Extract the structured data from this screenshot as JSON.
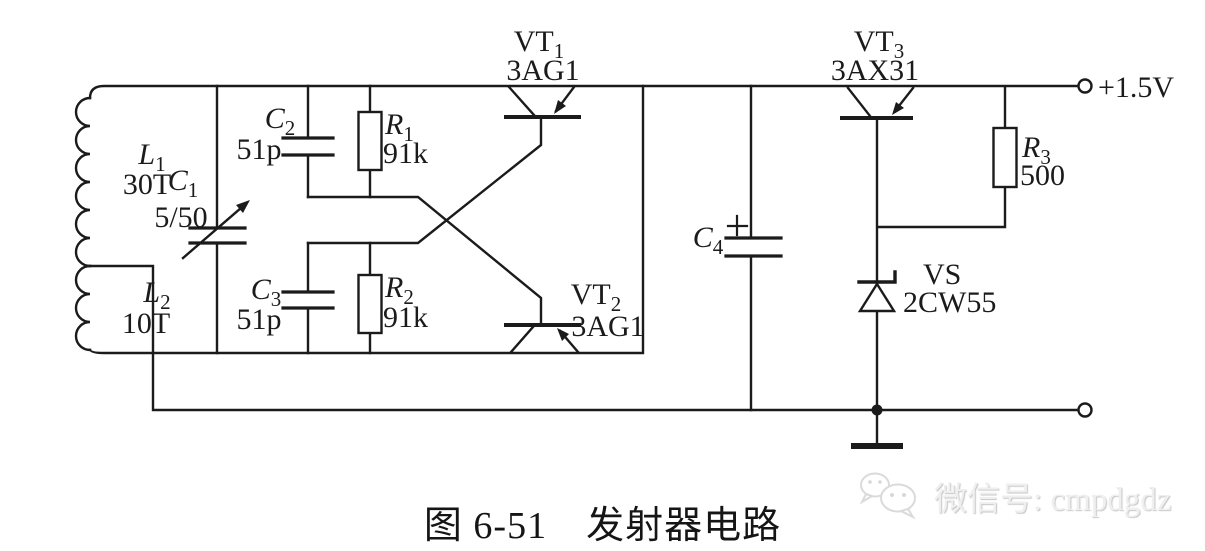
{
  "caption": "图 6-51　发射器电路",
  "terminals": {
    "positive": "+1.5V"
  },
  "components": {
    "L1": {
      "sym": "L",
      "sub": "1",
      "value": "30T"
    },
    "L2": {
      "sym": "L",
      "sub": "2",
      "value": "10T"
    },
    "C1": {
      "sym": "C",
      "sub": "1",
      "value": "5/50"
    },
    "C2": {
      "sym": "C",
      "sub": "2",
      "value": "51p"
    },
    "C3": {
      "sym": "C",
      "sub": "3",
      "value": "51p"
    },
    "C4": {
      "sym": "C",
      "sub": "4",
      "polarity": "+"
    },
    "R1": {
      "sym": "R",
      "sub": "1",
      "value": "91k"
    },
    "R2": {
      "sym": "R",
      "sub": "2",
      "value": "91k"
    },
    "R3": {
      "sym": "R",
      "sub": "3",
      "value": "500"
    },
    "VT1": {
      "sym": "VT",
      "sub": "1",
      "value": "3AG1"
    },
    "VT2": {
      "sym": "VT",
      "sub": "2",
      "value": "3AG1"
    },
    "VT3": {
      "sym": "VT",
      "sub": "3",
      "value": "3AX31"
    },
    "VS": {
      "sym": "VS",
      "value": "2CW55"
    }
  },
  "watermark": {
    "icon": "wechat-icon",
    "text": "微信号: cmpdgdz"
  },
  "colors": {
    "line": "#1b1b1b",
    "background": "#ffffff",
    "watermark": "#e9e9e9"
  }
}
